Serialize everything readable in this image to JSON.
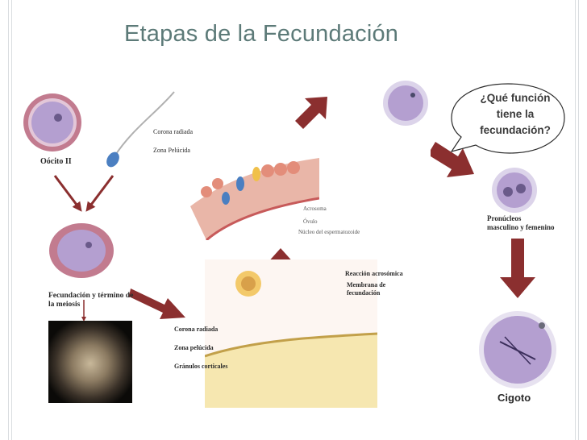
{
  "title": "Etapas de la Fecundación",
  "question": {
    "line1": "¿Qué función",
    "line2": "tiene la",
    "line3": "fecundación?"
  },
  "labels": {
    "oocito": "Oócito II",
    "corona_radiada_top": "Corona radiada",
    "zona_pelucida_top": "Zona Pelúcida",
    "acrosoma": "Acrosoma",
    "ovulo": "Óvulo",
    "nucleo_espermatozoide": "Núcleo del espermatozoide",
    "pronucleos_1": "Pronúcleos",
    "pronucleos_2": "masculino y femenino",
    "fecundacion_1": "Fecundación y término de",
    "fecundacion_2": "la meiosis",
    "reaccion_acrosomica": "Reacción acrosómica",
    "membrana_1": "Membrana de",
    "membrana_2": "fecundación",
    "corona_radiada_bottom": "Corona radiada",
    "zona_pelucida_bottom": "Zona pelúcida",
    "granulos_corticales": "Gránulos corticales",
    "cigoto": "Cigoto"
  },
  "colors": {
    "title": "#5c7a78",
    "arrow": "#8b2f2f",
    "cell": "#b49fd0",
    "granulosa": "#c27b8f",
    "tissue": "#e9b6a8"
  }
}
